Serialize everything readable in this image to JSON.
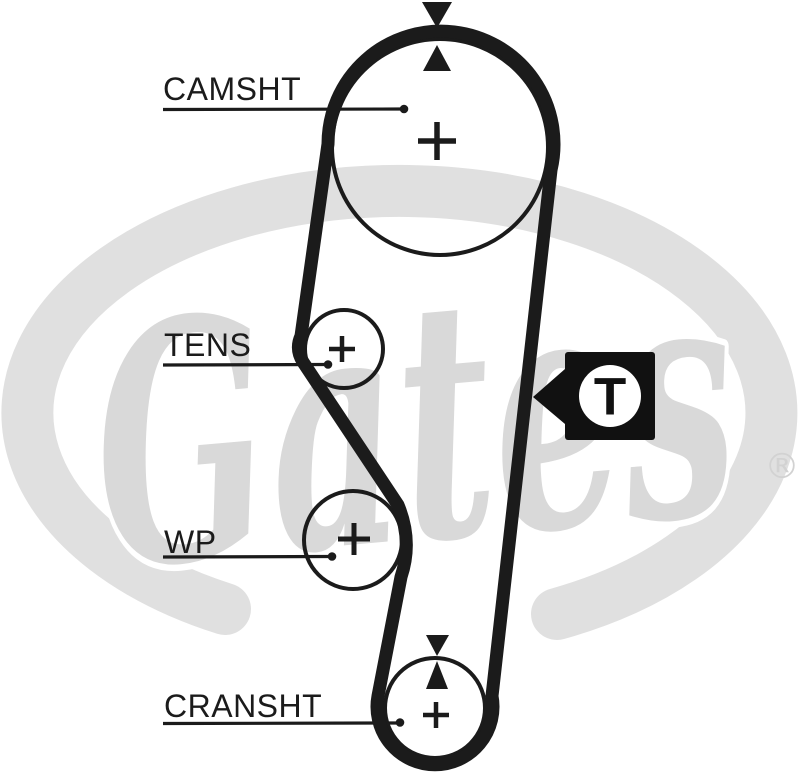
{
  "diagram": {
    "type": "timing-belt-routing",
    "labels": {
      "camshaft": "CAMSHT",
      "tensioner": "TENS",
      "water_pump": "WP",
      "crankshaft": "CRANSHT"
    },
    "timing_marker": {
      "label": "T"
    },
    "watermark": {
      "brand_script": "Gates",
      "registered_symbol": "®"
    },
    "colors": {
      "ink": "#1b1b1b",
      "marker_box_black": "#111111",
      "watermark_band_gray": "#e0e0e0",
      "watermark_script_gray": "#d9d9d9",
      "registered_mark_gray": "#d2d2d2",
      "background": "#ffffff"
    }
  }
}
